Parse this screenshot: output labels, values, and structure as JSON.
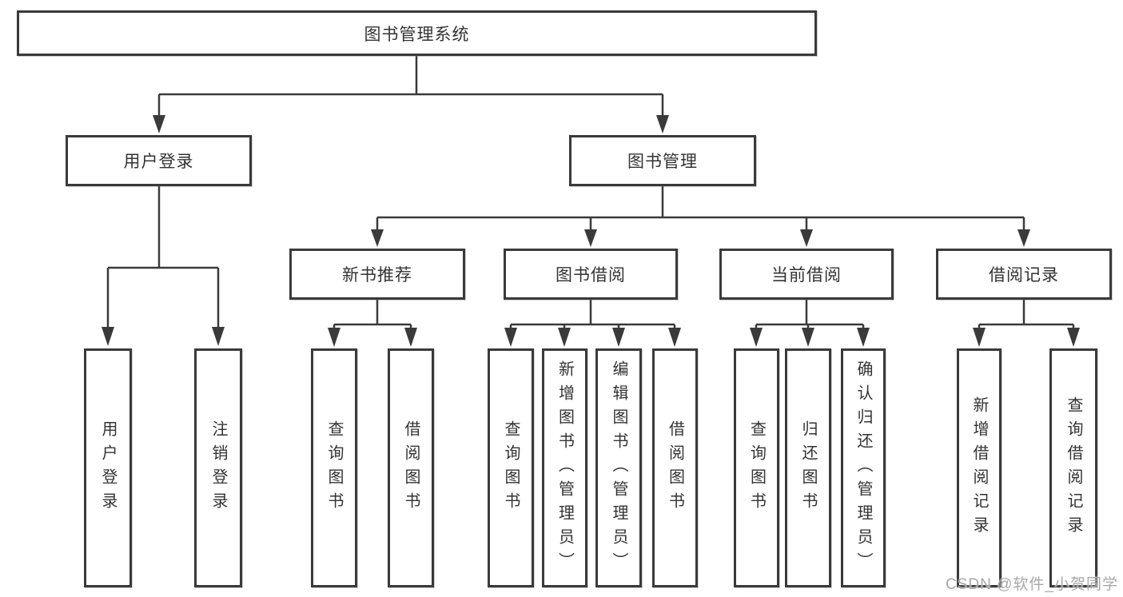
{
  "nodes": {
    "root": "图书管理系统",
    "user_login": "用户登录",
    "book_mgmt": "图书管理",
    "new_book_rec": "新书推荐",
    "book_borrow": "图书借阅",
    "current_borrow": "当前借阅",
    "borrow_records": "借阅记录",
    "leaf_user_login": "用户登录",
    "leaf_logout": "注销登录",
    "leaf_nb_query": "查询图书",
    "leaf_nb_borrow": "借阅图书",
    "leaf_bb_query": "查询图书",
    "leaf_bb_add": "新增图书（管理员）",
    "leaf_bb_edit": "编辑图书（管理员）",
    "leaf_bb_borrow": "借阅图书",
    "leaf_cb_query": "查询图书",
    "leaf_cb_return": "归还图书",
    "leaf_cb_confirm": "确认归还（管理员）",
    "leaf_br_add": "新增借阅记录",
    "leaf_br_query": "查询借阅记录"
  },
  "hierarchy": {
    "图书管理系统": [
      "用户登录",
      "图书管理"
    ],
    "用户登录": [
      "用户登录",
      "注销登录"
    ],
    "图书管理": [
      "新书推荐",
      "图书借阅",
      "当前借阅",
      "借阅记录"
    ],
    "新书推荐": [
      "查询图书",
      "借阅图书"
    ],
    "图书借阅": [
      "查询图书",
      "新增图书（管理员）",
      "编辑图书（管理员）",
      "借阅图书"
    ],
    "当前借阅": [
      "查询图书",
      "归还图书",
      "确认归还（管理员）"
    ],
    "借阅记录": [
      "新增借阅记录",
      "查询借阅记录"
    ]
  },
  "watermark": {
    "text": "CSDN @软件_小贺同学"
  },
  "colors": {
    "line": "#3a3a3a",
    "box_border": "#3a3a3a",
    "box_fill": "#ffffff",
    "text": "#333333",
    "watermark": "#a8a8a8",
    "background": "#ffffff"
  }
}
